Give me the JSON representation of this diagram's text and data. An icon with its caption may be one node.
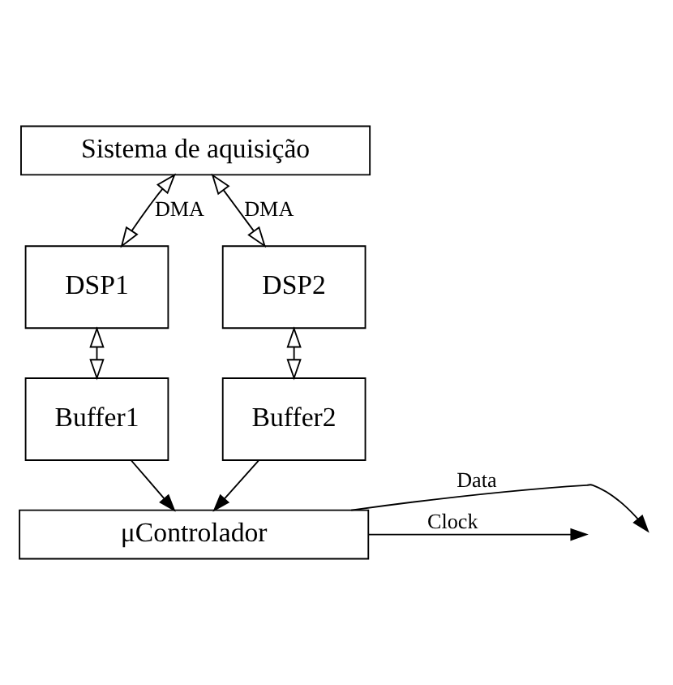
{
  "diagram": {
    "nodes": [
      {
        "text": [
          "Sistema de aquisição"
        ]
      },
      {
        "text": [
          "DSP1"
        ]
      },
      {
        "text": [
          "DSP2"
        ]
      },
      {
        "text": [
          "Buffer1"
        ]
      },
      {
        "text": [
          "Buffer2"
        ]
      },
      {
        "text": [
          "μControlador"
        ]
      }
    ],
    "edges": [
      {
        "from": 0,
        "to": 1,
        "arrow": "both",
        "label": "DMA"
      },
      {
        "from": 0,
        "to": 2,
        "arrow": "both",
        "label": "DMA"
      },
      {
        "from": 1,
        "to": 3,
        "arrow": "both"
      },
      {
        "from": 2,
        "to": 4,
        "arrow": "both"
      },
      {
        "from": 3,
        "to": 5,
        "arrow": "to"
      },
      {
        "from": 4,
        "to": 5,
        "arrow": "to"
      },
      {
        "from": 5,
        "to": null,
        "arrow": "to",
        "label": "Data"
      },
      {
        "from": 5,
        "to": null,
        "arrow": "to",
        "label": "Clock"
      }
    ]
  }
}
